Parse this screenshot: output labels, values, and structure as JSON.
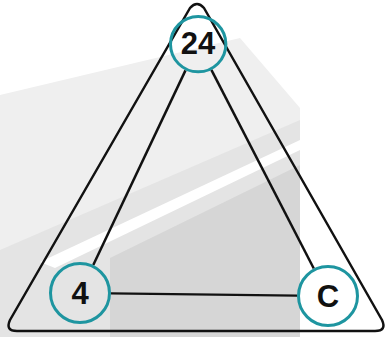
{
  "diagram": {
    "nodes": [
      {
        "text": [
          "24"
        ]
      },
      {
        "text": [
          "4"
        ]
      },
      {
        "text": [
          "C"
        ]
      }
    ],
    "edges": [
      {
        "from": 0,
        "to": 1,
        "arrow": "none"
      },
      {
        "from": 0,
        "to": 2,
        "arrow": "none"
      },
      {
        "from": 1,
        "to": 2,
        "arrow": "none"
      }
    ]
  }
}
